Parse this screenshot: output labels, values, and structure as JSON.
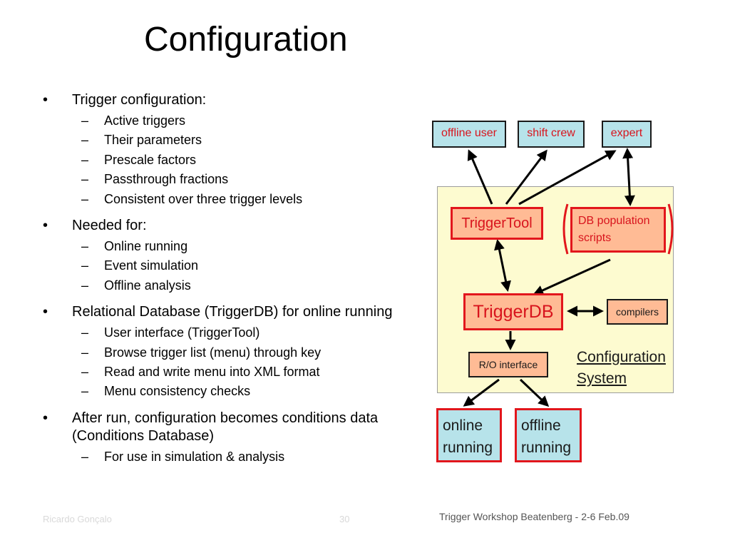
{
  "slide": {
    "title": "Configuration",
    "bullets": [
      {
        "text": "Trigger configuration:",
        "subitems": [
          "Active triggers",
          "Their parameters",
          "Prescale factors",
          "Passthrough fractions",
          "Consistent over three trigger levels"
        ]
      },
      {
        "text": "Needed for:",
        "subitems": [
          "Online running",
          "Event simulation",
          "Offline analysis"
        ]
      },
      {
        "text": "Relational Database (TriggerDB) for online running",
        "subitems": [
          "User interface (TriggerTool)",
          "Browse trigger list (menu) through key",
          "Read and write menu into XML format",
          "Menu consistency checks"
        ]
      },
      {
        "text": "After run, configuration becomes conditions data (Conditions Database)",
        "subitems": [
          "For use in simulation & analysis"
        ]
      }
    ],
    "footer": "Trigger Workshop Beatenberg - 2-6 Feb.09",
    "footer_left_ghost": "Ricardo Gonçalo",
    "page_number_ghost": "30"
  },
  "diagram": {
    "offline_user": "offline user",
    "shift_crew": "shift crew",
    "expert": "expert",
    "trigger_tool": "TriggerTool",
    "db_population_line1": "DB population",
    "db_population_line2": "scripts",
    "trigger_db": "TriggerDB",
    "compilers": "compilers",
    "ro_interface": "R/O interface",
    "config_system_line1": "Configuration",
    "config_system_line2": "System",
    "online_running_line1": "online",
    "online_running_line2": "running",
    "offline_running_line1": "offline",
    "offline_running_line2": "running",
    "colors": {
      "light_blue": "#b7e3ea",
      "salmon": "#ffbb95",
      "red_border": "#e2161c",
      "panel_yellow": "#fdfbd0",
      "red_text": "#d8141d"
    }
  }
}
